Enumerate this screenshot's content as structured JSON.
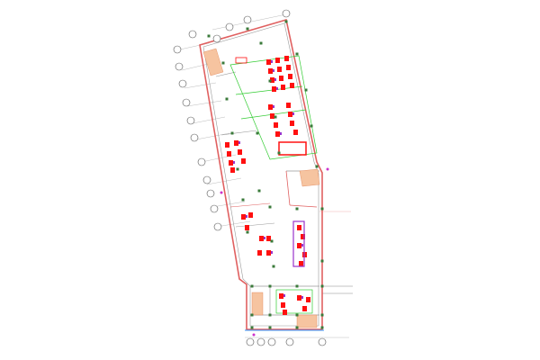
{
  "drawing": {
    "kind": "floor-plan",
    "colors": {
      "wall": "#e06060",
      "structure": "#808080",
      "column": "#3a7a3a",
      "zone": "#33cc33",
      "equipment": "#ff1010",
      "equipment_accent": "#9933cc",
      "stairs": "#f0a070",
      "bubble": "#555555",
      "accent_blue": "#3399ff"
    },
    "legend_elements": [
      "walls",
      "columns",
      "equipment",
      "zones",
      "stairs",
      "grid-bubbles"
    ]
  }
}
